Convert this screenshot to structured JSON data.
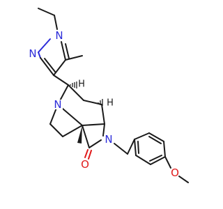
{
  "molecule": {
    "atom_labels": {
      "pyrazole_n1": "N",
      "pyrazole_n2": "N",
      "pyrrolidine_n": "N",
      "lactam_n": "N",
      "carbonyl_o": "O",
      "ether_o": "O",
      "stereo_h_1": "H",
      "stereo_h_2": "H"
    },
    "colors": {
      "carbon_bonds": "#1a1a1a",
      "nitrogen": "#2b2bd9",
      "oxygen": "#e01b1b",
      "background": "#ffffff"
    }
  }
}
